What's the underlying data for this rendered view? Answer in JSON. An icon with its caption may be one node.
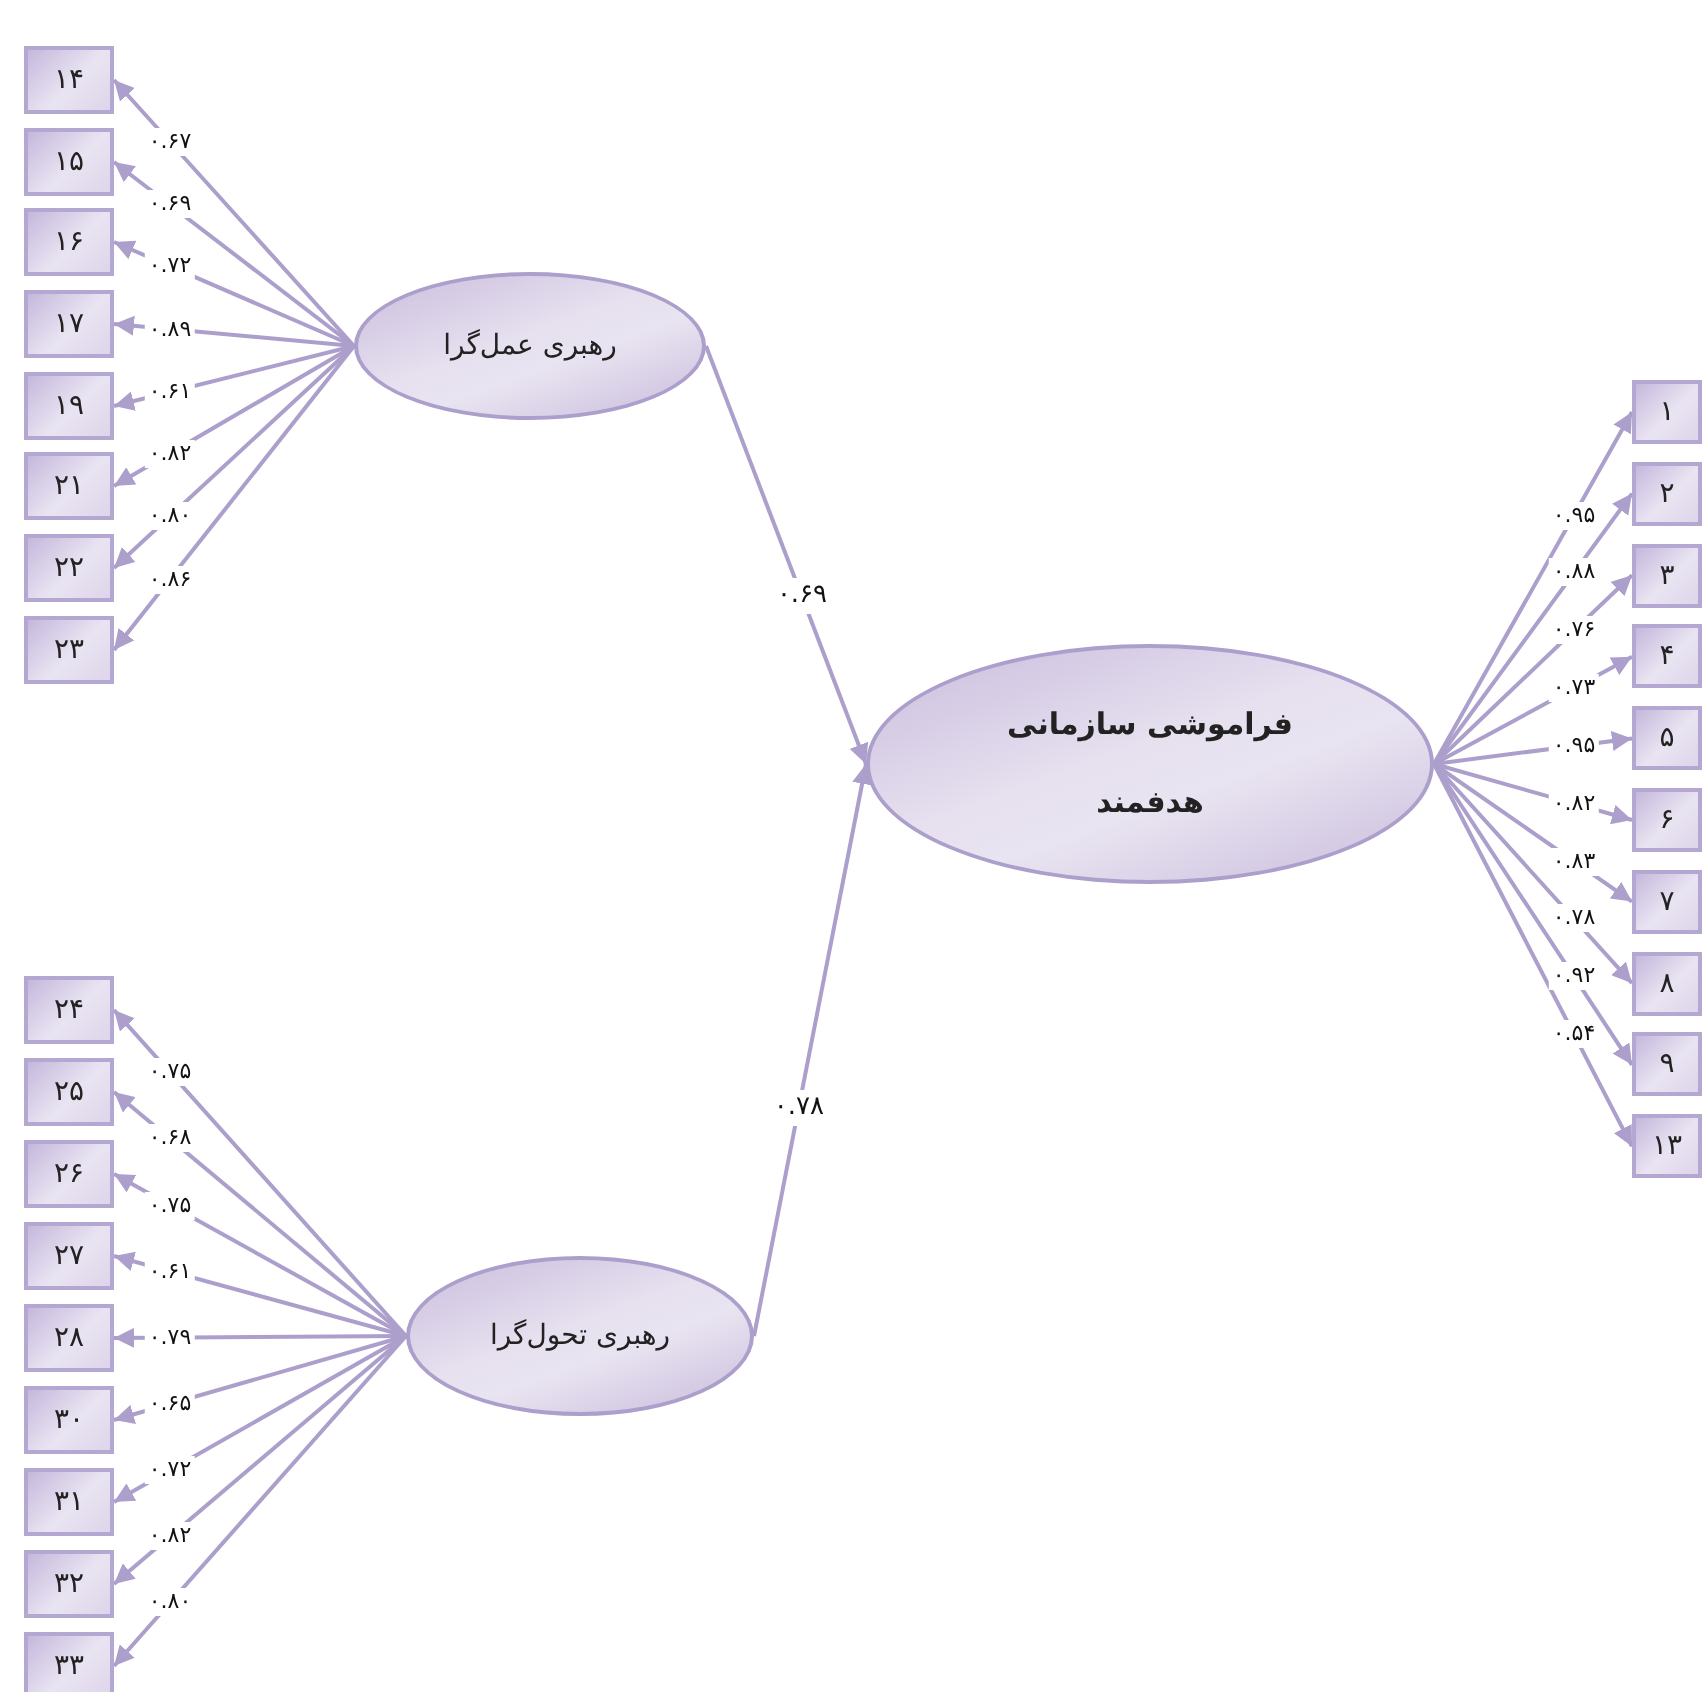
{
  "diagram": {
    "nodes": [
      {
        "text": [
          "رهبری عمل‌گرا"
        ]
      },
      {
        "text": [
          "۱۴"
        ]
      },
      {
        "text": [
          "۱۵"
        ]
      },
      {
        "text": [
          "۱۶"
        ]
      },
      {
        "text": [
          "۱۷"
        ]
      },
      {
        "text": [
          "۱۹"
        ]
      },
      {
        "text": [
          "۲۱"
        ]
      },
      {
        "text": [
          "۲۲"
        ]
      },
      {
        "text": [
          "۲۳"
        ]
      },
      {
        "text": [
          "رهبری تحول‌گرا"
        ]
      },
      {
        "text": [
          "۲۴"
        ]
      },
      {
        "text": [
          "۲۵"
        ]
      },
      {
        "text": [
          "۲۶"
        ]
      },
      {
        "text": [
          "۲۷"
        ]
      },
      {
        "text": [
          "۲۸"
        ]
      },
      {
        "text": [
          "۳۰"
        ]
      },
      {
        "text": [
          "۳۱"
        ]
      },
      {
        "text": [
          "۳۲"
        ]
      },
      {
        "text": [
          "۳۳"
        ]
      },
      {
        "text": [
          "فراموشی سازمانی هدفمند"
        ]
      },
      {
        "text": [
          "۱"
        ]
      },
      {
        "text": [
          "۲"
        ]
      },
      {
        "text": [
          "۳"
        ]
      },
      {
        "text": [
          "۴"
        ]
      },
      {
        "text": [
          "۵"
        ]
      },
      {
        "text": [
          "۶"
        ]
      },
      {
        "text": [
          "۷"
        ]
      },
      {
        "text": [
          "۸"
        ]
      },
      {
        "text": [
          "۹"
        ]
      },
      {
        "text": [
          "۱۳"
        ]
      }
    ],
    "edges": [
      {
        "from": 0,
        "to": 1,
        "arrow": "to",
        "label": "۰.۶۷"
      },
      {
        "from": 0,
        "to": 2,
        "arrow": "to",
        "label": "۰.۶۹"
      },
      {
        "from": 0,
        "to": 3,
        "arrow": "to",
        "label": "۰.۷۲"
      },
      {
        "from": 0,
        "to": 4,
        "arrow": "to",
        "label": "۰.۸۹"
      },
      {
        "from": 0,
        "to": 5,
        "arrow": "to",
        "label": "۰.۶۱"
      },
      {
        "from": 0,
        "to": 6,
        "arrow": "to",
        "label": "۰.۸۲"
      },
      {
        "from": 0,
        "to": 7,
        "arrow": "to",
        "label": "۰.۸۰"
      },
      {
        "from": 0,
        "to": 8,
        "arrow": "to",
        "label": "۰.۸۶"
      },
      {
        "from": 9,
        "to": 10,
        "arrow": "to",
        "label": "۰.۷۵"
      },
      {
        "from": 9,
        "to": 11,
        "arrow": "to",
        "label": "۰.۶۸"
      },
      {
        "from": 9,
        "to": 12,
        "arrow": "to",
        "label": "۰.۷۵"
      },
      {
        "from": 9,
        "to": 13,
        "arrow": "to",
        "label": "۰.۶۱"
      },
      {
        "from": 9,
        "to": 14,
        "arrow": "to",
        "label": "۰.۷۹"
      },
      {
        "from": 9,
        "to": 15,
        "arrow": "to",
        "label": "۰.۶۵"
      },
      {
        "from": 9,
        "to": 16,
        "arrow": "to",
        "label": "۰.۷۲"
      },
      {
        "from": 9,
        "to": 17,
        "arrow": "to",
        "label": "۰.۸۲"
      },
      {
        "from": 9,
        "to": 18,
        "arrow": "to",
        "label": "۰.۸۰"
      },
      {
        "from": 0,
        "to": 19,
        "arrow": "to",
        "label": "۰.۶۹"
      },
      {
        "from": 9,
        "to": 19,
        "arrow": "to",
        "label": "۰.۷۸"
      },
      {
        "from": 19,
        "to": 20,
        "arrow": "to",
        "label": "۰.۹۵"
      },
      {
        "from": 19,
        "to": 21,
        "arrow": "to",
        "label": "۰.۸۸"
      },
      {
        "from": 19,
        "to": 22,
        "arrow": "to",
        "label": "۰.۷۶"
      },
      {
        "from": 19,
        "to": 23,
        "arrow": "to",
        "label": "۰.۷۳"
      },
      {
        "from": 19,
        "to": 24,
        "arrow": "to",
        "label": "۰.۹۵"
      },
      {
        "from": 19,
        "to": 25,
        "arrow": "to",
        "label": "۰.۸۲"
      },
      {
        "from": 19,
        "to": 26,
        "arrow": "to",
        "label": "۰.۸۳"
      },
      {
        "from": 19,
        "to": 27,
        "arrow": "to",
        "label": "۰.۷۸"
      },
      {
        "from": 19,
        "to": 28,
        "arrow": "to",
        "label": "۰.۹۲"
      },
      {
        "from": 19,
        "to": 29,
        "arrow": "to",
        "label": "۰.۵۴"
      }
    ]
  }
}
